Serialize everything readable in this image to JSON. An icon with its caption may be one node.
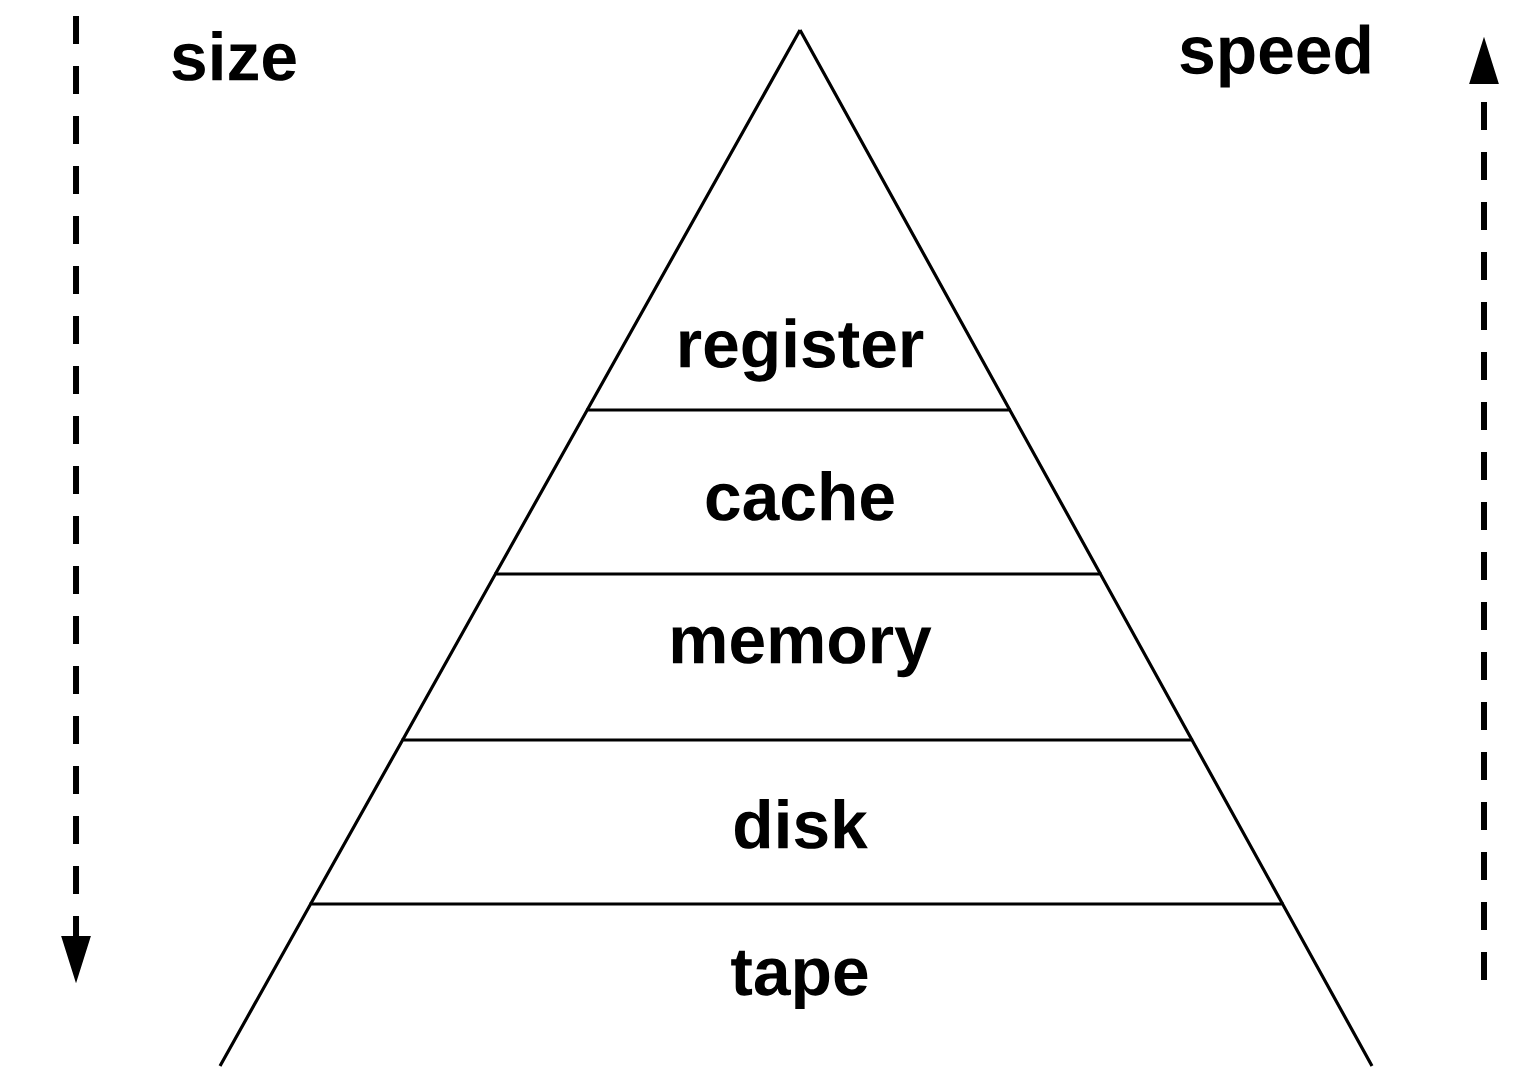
{
  "diagram": {
    "nodes": [
      {
        "text": [
          "register"
        ]
      },
      {
        "text": [
          "cache"
        ]
      },
      {
        "text": [
          "memory"
        ]
      },
      {
        "text": [
          "disk"
        ]
      },
      {
        "text": [
          "tape"
        ]
      }
    ],
    "labels": [
      "size",
      "speed"
    ]
  }
}
